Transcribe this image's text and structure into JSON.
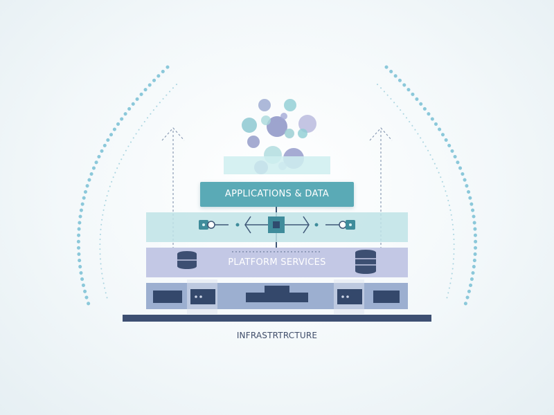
{
  "diagram": {
    "applications_label": "APPLICATIONS & DATA",
    "platform_label": "PLATFORM SERVICES",
    "infrastructure_label": "INFRASTRTRCTURE"
  },
  "colors": {
    "teal": "#5aaab6",
    "light_teal": "#c9e7ea",
    "lavender": "#c3c8e5",
    "navy": "#3d4f72",
    "dot_blue": "#7fc2d6"
  },
  "icons": [
    "data-cluster",
    "connector-node",
    "database-icon",
    "server-rack-icon",
    "upward-arrow"
  ]
}
